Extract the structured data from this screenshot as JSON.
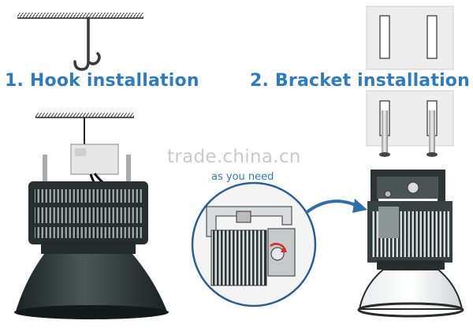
{
  "labels": {
    "hook_title": "1. Hook installation",
    "bracket_title": "2. Bracket installation",
    "note": "as you need",
    "watermark": "trade.china.cn"
  },
  "colors": {
    "accent": "#2f7bbf",
    "lamp_body": "#2f3a3a",
    "plate": "#ebebeb",
    "watermark": "#c9c9c9"
  },
  "icons": [
    "hook-icon",
    "ceiling-hatch-icon",
    "arrow-curve-icon",
    "bolt-icon"
  ]
}
